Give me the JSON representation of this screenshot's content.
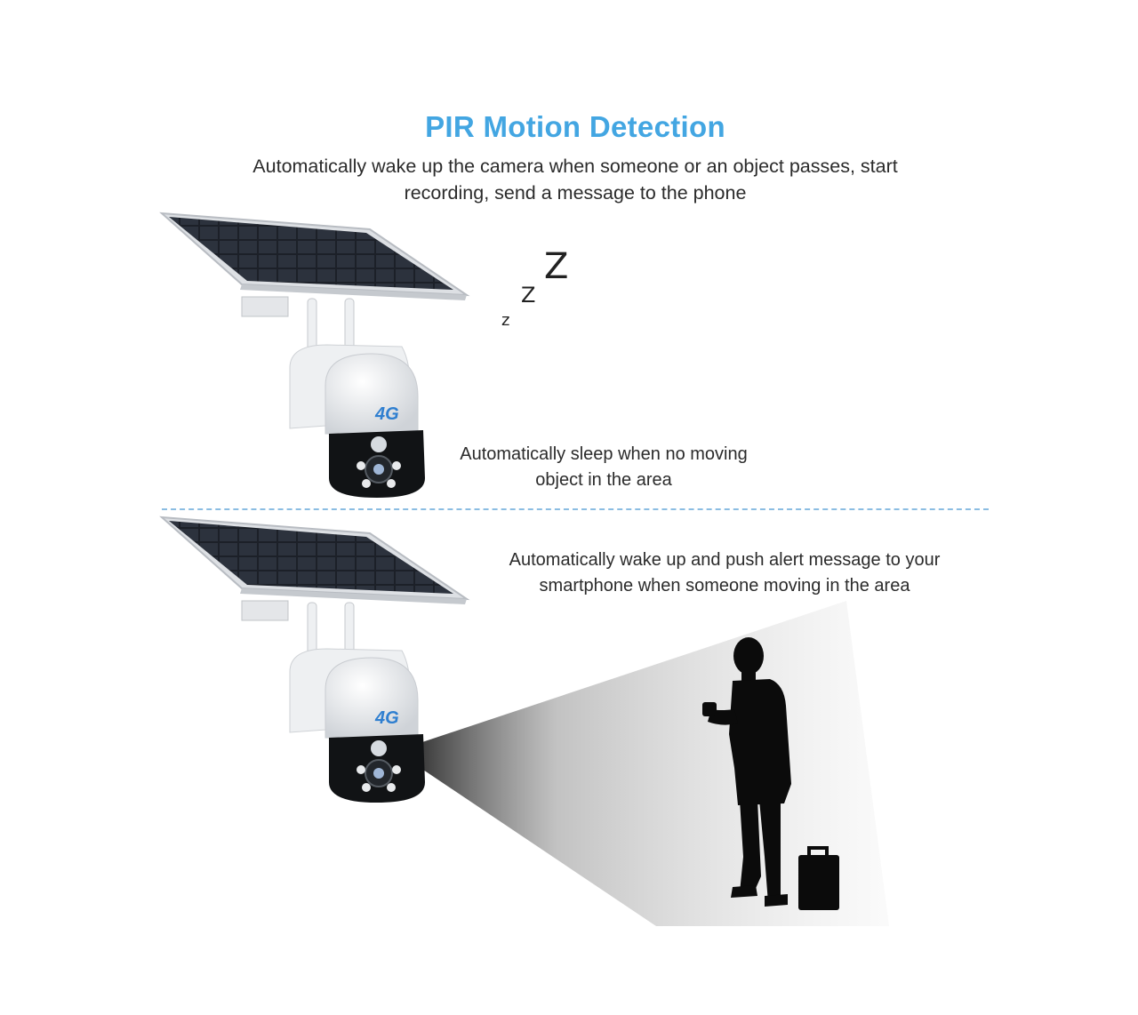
{
  "header": {
    "title": "PIR Motion Detection",
    "subtitle": "Automatically wake up the camera when someone or an object passes, start recording, send a message to the phone"
  },
  "sleep_scene": {
    "zzz": [
      "z",
      "Z",
      "Z"
    ],
    "caption": "Automatically sleep when no moving object in the area",
    "camera_badge": "4G"
  },
  "wake_scene": {
    "caption": "Automatically wake up and push alert message to your smartphone when someone moving in the area",
    "camera_badge": "4G"
  },
  "colors": {
    "title": "#43a6e2",
    "divider": "#8bbde2",
    "text": "#2b2b2b"
  }
}
